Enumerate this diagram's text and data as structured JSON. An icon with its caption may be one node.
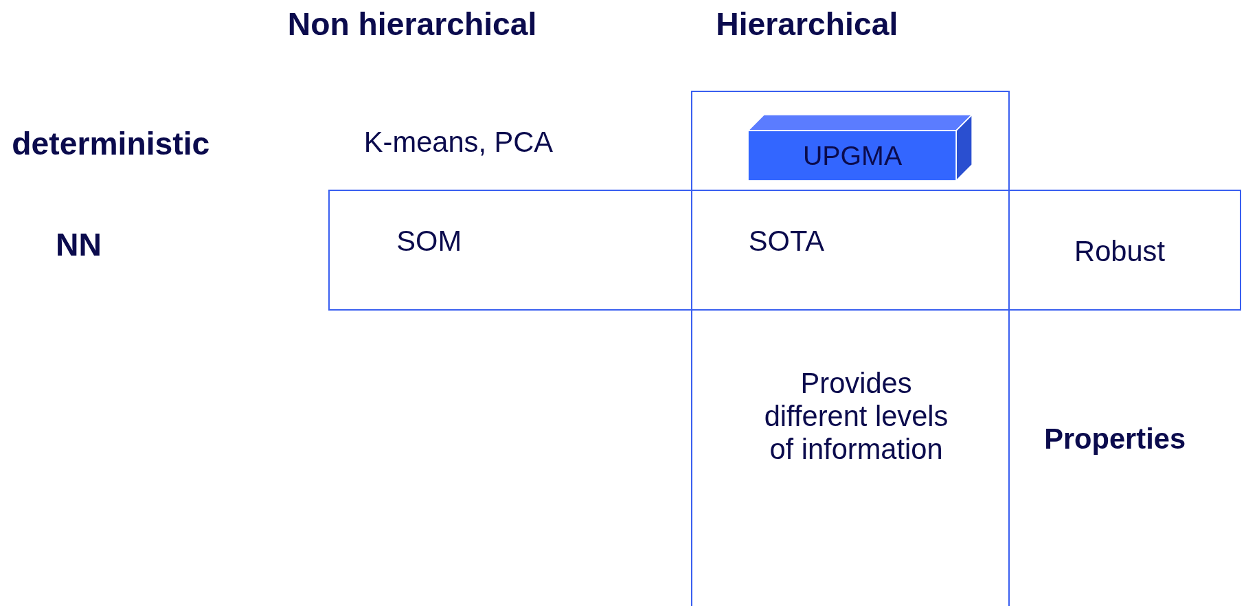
{
  "diagram": {
    "nodes": [
      {
        "text": [],
        "shape": "box"
      },
      {
        "text": [],
        "shape": "box"
      },
      {
        "text": [
          "UPGMA"
        ],
        "in": 0
      }
    ],
    "labels": [
      "Non hierarchical",
      "Hierarchical",
      "deterministic",
      "K-means, PCA",
      "NN",
      "SOM",
      "SOTA",
      "Robust",
      "Provides different levels of information",
      "Properties"
    ]
  }
}
